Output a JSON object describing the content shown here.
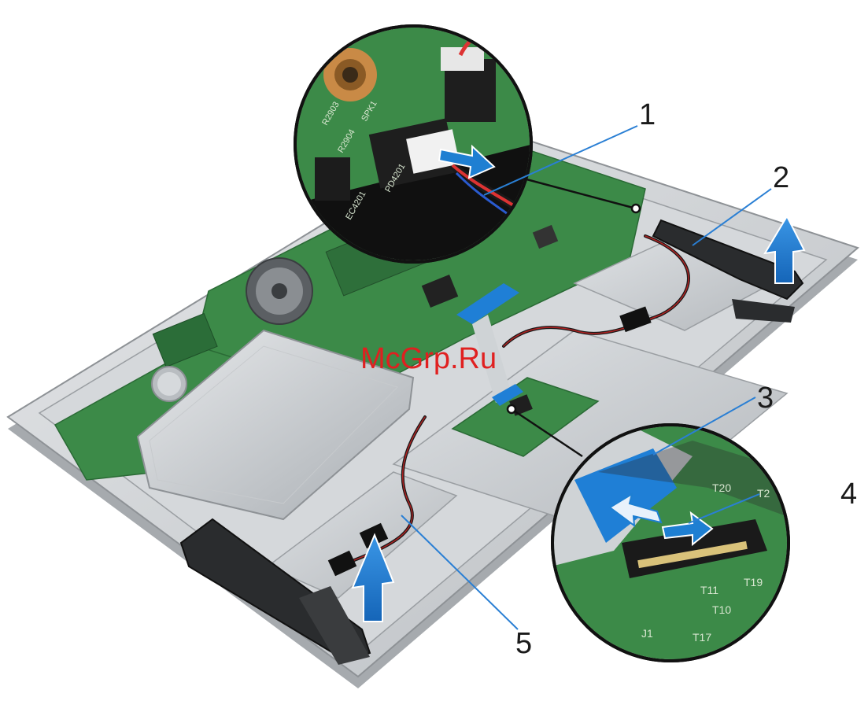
{
  "callouts": [
    {
      "id": "1",
      "label": "1"
    },
    {
      "id": "2",
      "label": "2"
    },
    {
      "id": "3",
      "label": "3"
    },
    {
      "id": "4",
      "label": "4"
    },
    {
      "id": "5",
      "label": "5"
    }
  ],
  "watermark": "McGrp.Ru",
  "inset_top": {
    "board_text": [
      "R2903",
      "SPK1",
      "R2904",
      "PD4201",
      "EC4201"
    ]
  },
  "inset_bottom": {
    "board_text": [
      "T20",
      "T2",
      "T19",
      "T11",
      "T10",
      "T17",
      "J1"
    ]
  },
  "colors": {
    "chassis": "#c9cccf",
    "pcb": "#3c8a48",
    "cable_blue": "#1f7fd6",
    "arrow_blue": "#1e7fd2",
    "callout_line": "#2a7fd4",
    "watermark": "#e02020"
  }
}
